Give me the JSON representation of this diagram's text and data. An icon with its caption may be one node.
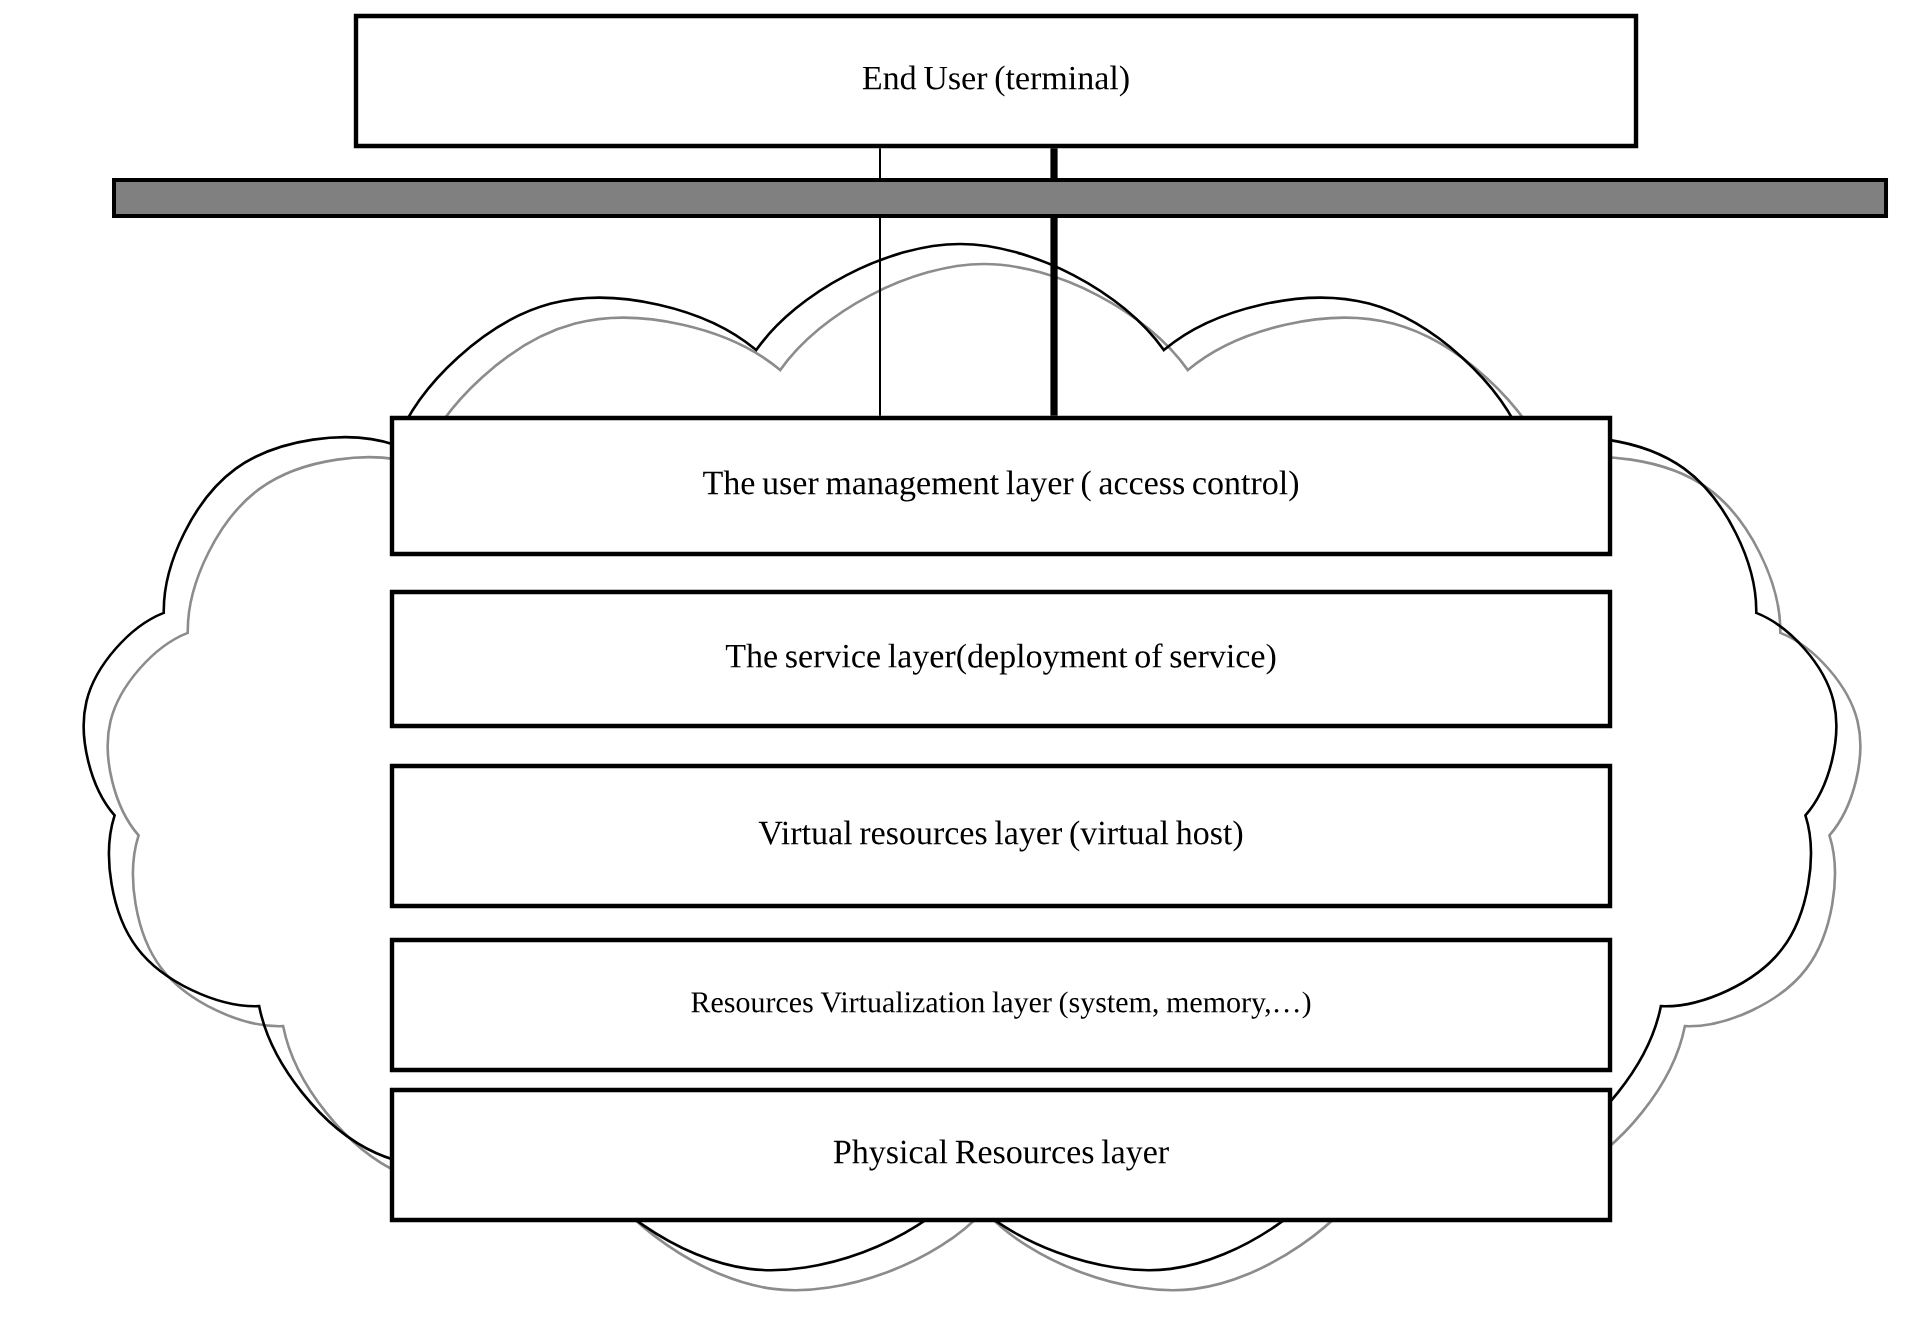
{
  "diagram": {
    "nodes": [
      {
        "text": [
          "End User (terminal)"
        ]
      },
      {
        "text": [],
        "shape": "bar"
      },
      {
        "text": [
          "The user management layer ( access control)"
        ]
      },
      {
        "text": [
          "The service layer(deployment of service)"
        ]
      },
      {
        "text": [
          "Virtual resources layer (virtual host)"
        ]
      },
      {
        "text": [
          "Resources Virtualization layer (system, memory,…)"
        ]
      },
      {
        "text": [
          "Physical Resources layer"
        ]
      }
    ],
    "edges": [
      {
        "from": 0,
        "to": 1,
        "arrow": "none"
      },
      {
        "from": 0,
        "to": 1,
        "arrow": "none",
        "style": "thick"
      },
      {
        "from": 1,
        "to": 2,
        "arrow": "none"
      },
      {
        "from": 1,
        "to": 2,
        "arrow": "none",
        "style": "thick"
      }
    ]
  }
}
